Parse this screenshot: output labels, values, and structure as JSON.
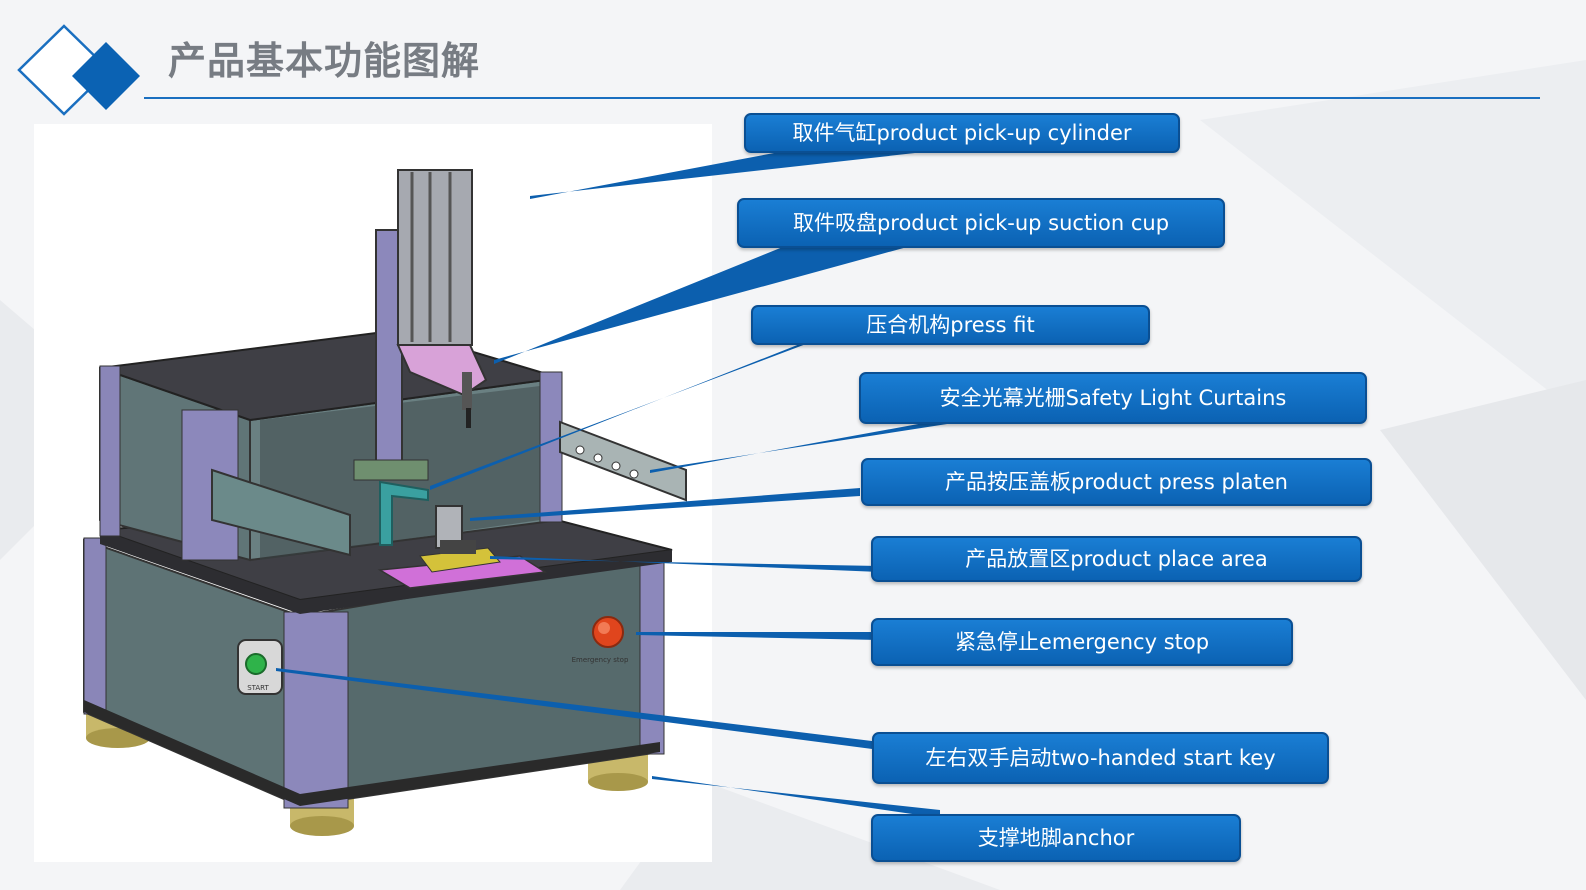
{
  "header": {
    "title": "产品基本功能图解"
  },
  "colors": {
    "accent": "#1a6fc0",
    "callout_fill": "#0e6cc0",
    "callout_border": "#0a4f93"
  },
  "machine": {
    "start_button_label": "START",
    "emergency_label": "Emergency stop"
  },
  "callouts": [
    {
      "id": "pickup-cylinder",
      "label": "取件气缸product pick-up cylinder"
    },
    {
      "id": "suction-cup",
      "label": "取件吸盘product pick-up suction cup"
    },
    {
      "id": "press-fit",
      "label": "压合机构press fit"
    },
    {
      "id": "light-curtains",
      "label": "安全光幕光栅Safety Light Curtains"
    },
    {
      "id": "press-platen",
      "label": "产品按压盖板product press platen"
    },
    {
      "id": "place-area",
      "label": "产品放置区product place area"
    },
    {
      "id": "emergency-stop",
      "label": "紧急停止emergency stop"
    },
    {
      "id": "start-key",
      "label": "左右双手启动two-handed start key"
    },
    {
      "id": "anchor",
      "label": "支撑地脚anchor"
    }
  ]
}
